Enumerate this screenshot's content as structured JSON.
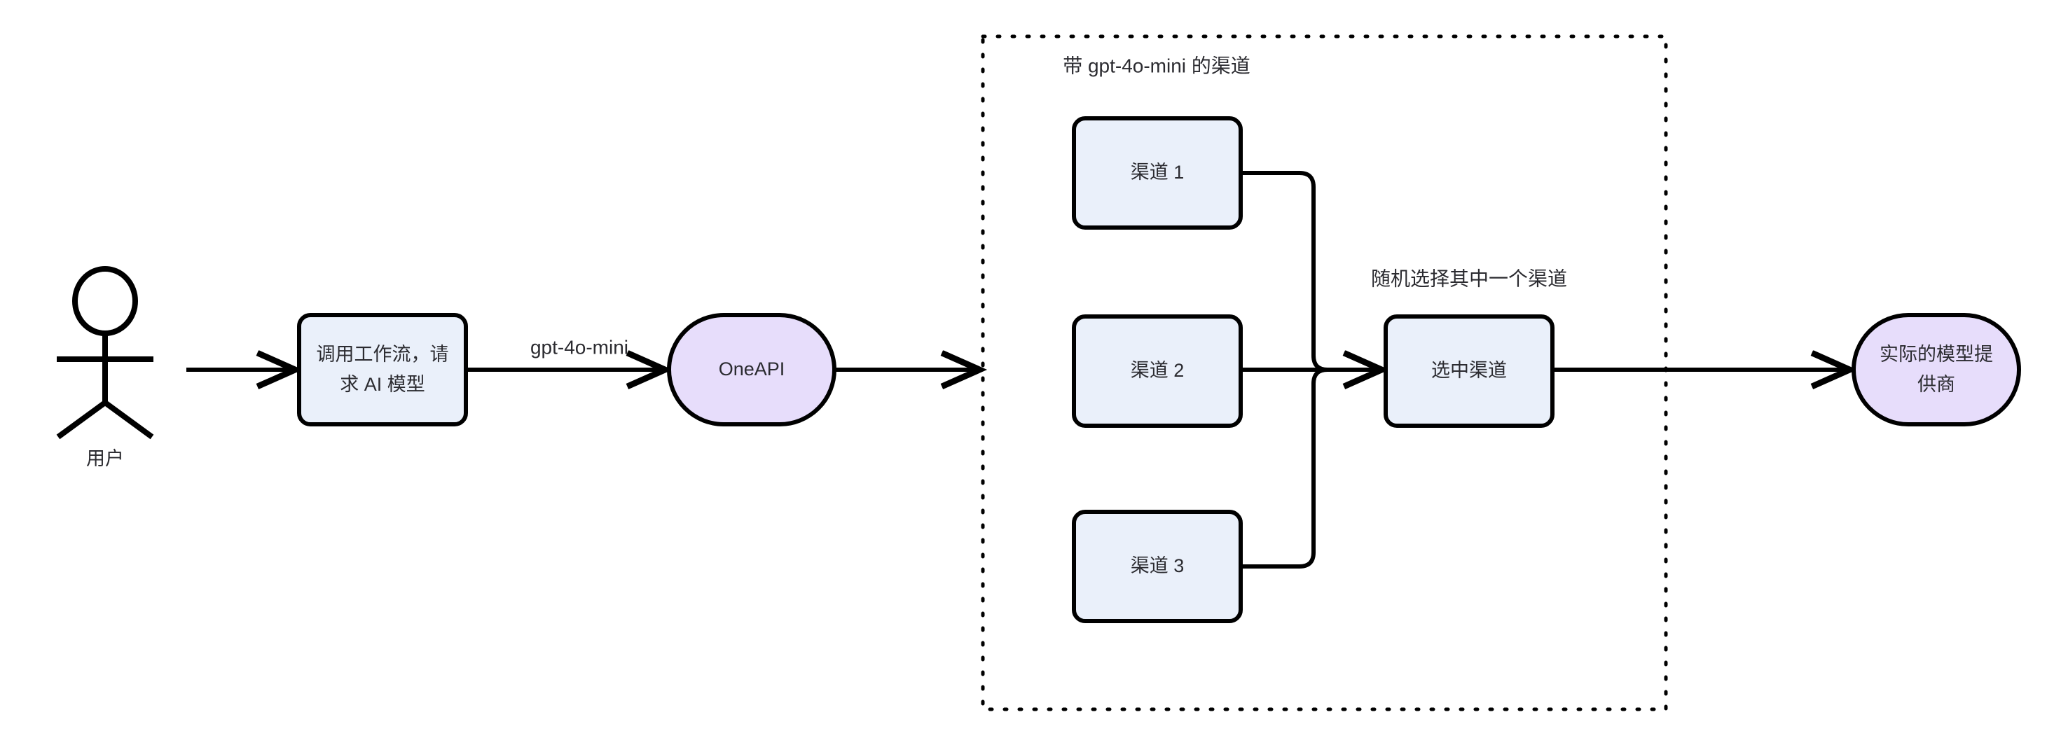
{
  "diagram": {
    "type": "flowchart",
    "direction": "left-to-right",
    "background_color": "#ffffff",
    "stroke_color": "#000000",
    "text_color": "#2b2b30",
    "node_fill_blue": "#eaf0fa",
    "node_fill_purple": "#e7ddfb"
  },
  "actor": {
    "label": "用户",
    "shape": "stick-figure"
  },
  "nodes": {
    "call_workflow": {
      "label_line1": "调用工作流，请",
      "label_line2": "求 AI 模型",
      "shape": "rounded-rect",
      "fill": "#eaf0fa"
    },
    "oneapi": {
      "label": "OneAPI",
      "shape": "stadium",
      "fill": "#e7ddfb"
    },
    "channel_1": {
      "label": "渠道 1",
      "shape": "rounded-rect",
      "fill": "#eaf0fa"
    },
    "channel_2": {
      "label": "渠道 2",
      "shape": "rounded-rect",
      "fill": "#eaf0fa"
    },
    "channel_3": {
      "label": "渠道 3",
      "shape": "rounded-rect",
      "fill": "#eaf0fa"
    },
    "selected_channel": {
      "label": "选中渠道",
      "shape": "rounded-rect",
      "fill": "#eaf0fa"
    },
    "actual_provider": {
      "label_line1": "实际的模型提",
      "label_line2": "供商",
      "shape": "stadium",
      "fill": "#e7ddfb"
    }
  },
  "group": {
    "label": "带 gpt-4o-mini 的渠道",
    "border_style": "dotted"
  },
  "edges": {
    "user_to_workflow": {
      "label": ""
    },
    "workflow_to_oneapi": {
      "label": "gpt-4o-mini"
    },
    "oneapi_to_group": {
      "label": ""
    },
    "channel1_to_merge": {
      "label": ""
    },
    "channel2_to_merge": {
      "label": ""
    },
    "channel3_to_merge": {
      "label": ""
    },
    "merge_to_selected": {
      "label": "随机选择其中一个渠道"
    },
    "selected_to_provider": {
      "label": ""
    }
  }
}
